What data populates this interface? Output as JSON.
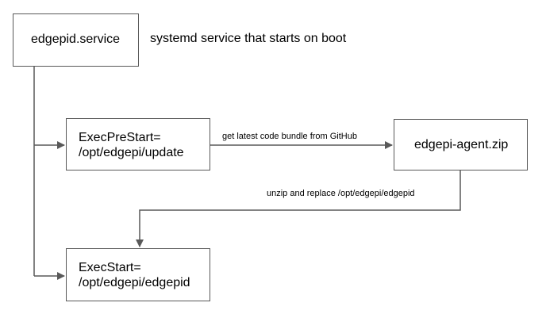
{
  "nodes": {
    "service": {
      "label": "edgepid.service"
    },
    "prestart": {
      "line1": "ExecPreStart=",
      "line2": "/opt/edgepi/update"
    },
    "bundle": {
      "label": "edgepi-agent.zip"
    },
    "start": {
      "line1": "ExecStart=",
      "line2": "/opt/edgepi/edgepid"
    }
  },
  "annotations": {
    "service_description": "systemd service that starts on boot",
    "download_edge": "get latest code bundle from GitHub",
    "unzip_edge": "unzip and replace /opt/edgepi/edgepid"
  },
  "colors": {
    "stroke": "#595959",
    "text": "#000000"
  }
}
